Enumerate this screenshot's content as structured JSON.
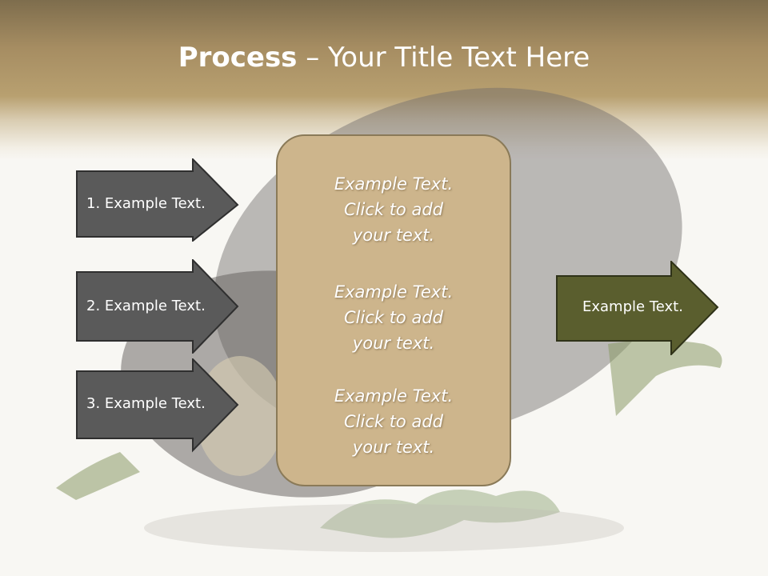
{
  "slide": {
    "title_bold": "Process",
    "title_rest": " – Your Title Text Here"
  },
  "left_arrows": [
    {
      "label": "1. Example Text."
    },
    {
      "label": "2. Example Text."
    },
    {
      "label": "3. Example Text."
    }
  ],
  "center_box": {
    "blocks": [
      {
        "lines": [
          "Example Text.",
          "Click  to add",
          "your text."
        ]
      },
      {
        "lines": [
          "Example Text.",
          "Click  to add",
          "your text."
        ]
      },
      {
        "lines": [
          "Example Text.",
          "Click  to add",
          "your text."
        ]
      }
    ]
  },
  "right_arrow": {
    "label": "Example Text."
  },
  "colors": {
    "left_arrow_fill": "#5a5a5a",
    "right_arrow_fill": "#5a5e2e",
    "center_box_fill": "#cdb58c",
    "header_brown": "#a68d62"
  },
  "icons": {
    "background": "eggplant-illustration"
  }
}
